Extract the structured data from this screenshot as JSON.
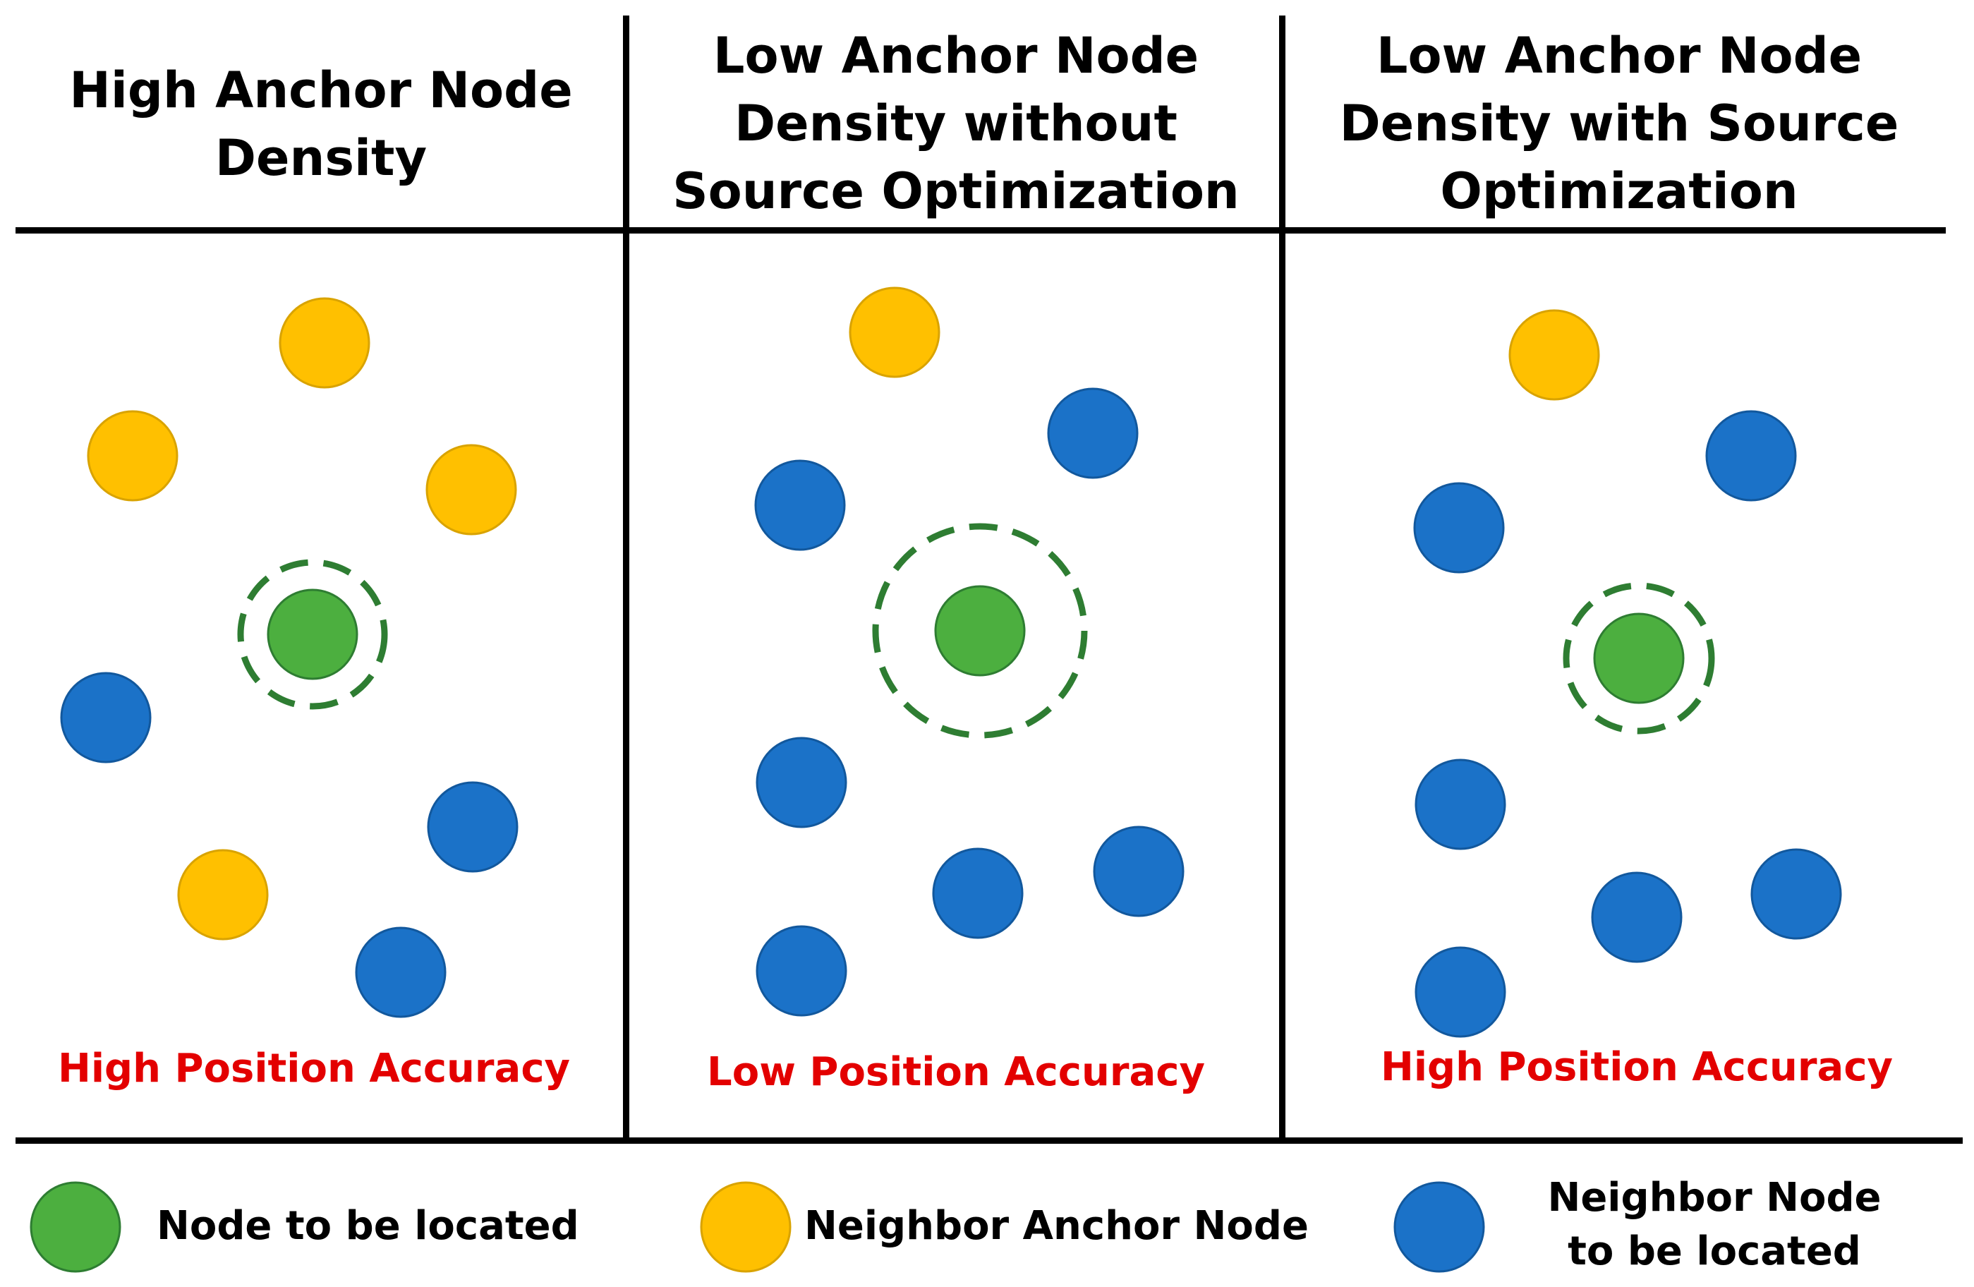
{
  "panels": [
    {
      "title": "High Anchor Node Density",
      "accuracy": "High Position Accuracy"
    },
    {
      "title": "Low Anchor Node Density without Source Optimization",
      "accuracy": "Low Position Accuracy"
    },
    {
      "title": "Low Anchor Node Density with Source Optimization",
      "accuracy": "High Position Accuracy"
    }
  ],
  "legend": {
    "located": "Node to be located",
    "anchor": "Neighbor Anchor Node",
    "neighbor_line1": "Neighbor Node",
    "neighbor_line2": "to be located"
  },
  "colors": {
    "located": "#4caf3f",
    "located_stroke": "#2e7d32",
    "anchor": "#ffc000",
    "anchor_stroke": "#d9a300",
    "neighbor": "#1b72c8",
    "neighbor_stroke": "#12589d",
    "uncertainty_ring": "#2e7d32",
    "accuracy_text": "#e30000"
  }
}
